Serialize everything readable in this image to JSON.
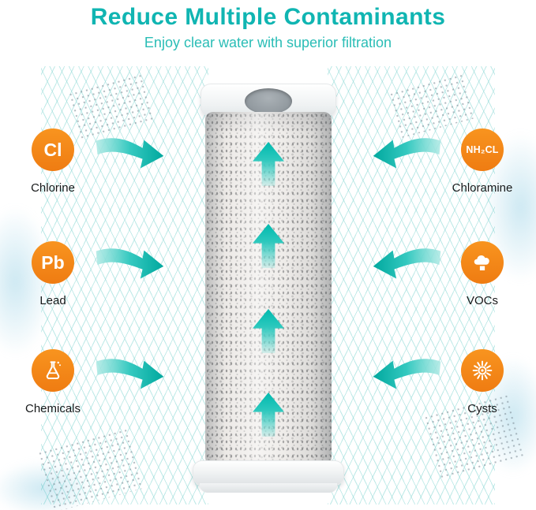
{
  "header": {
    "title": "Reduce Multiple Contaminants",
    "subtitle": "Enjoy clear water with superior filtration"
  },
  "contaminants": {
    "left": [
      {
        "symbol": "Cl",
        "label": "Chlorine",
        "icon": "chlorine-symbol"
      },
      {
        "symbol": "Pb",
        "label": "Lead",
        "icon": "lead-symbol"
      },
      {
        "symbol": "",
        "label": "Chemicals",
        "icon": "flask-icon"
      }
    ],
    "right": [
      {
        "symbol": "NH₂CL",
        "label": "Chloramine",
        "icon": "chloramine-symbol"
      },
      {
        "symbol": "",
        "label": "VOCs",
        "icon": "smoke-icon"
      },
      {
        "symbol": "",
        "label": "Cysts",
        "icon": "burst-icon"
      }
    ]
  },
  "colors": {
    "title_teal": "#10b5b2",
    "arrow_teal": "#00a89e",
    "badge_orange": "#f5821f",
    "label_color": "#17191a"
  }
}
